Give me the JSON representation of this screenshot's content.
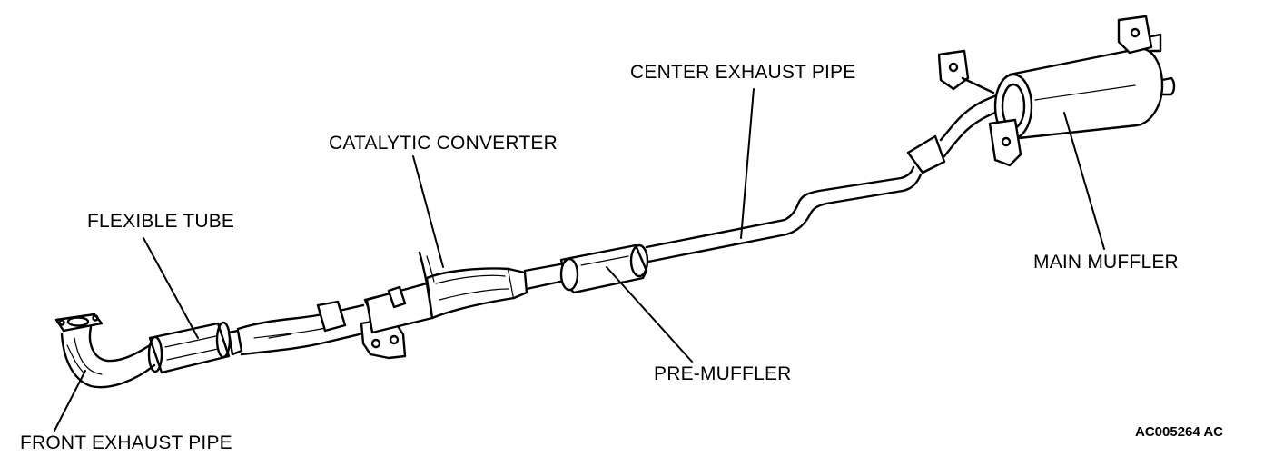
{
  "labels": {
    "center_exhaust_pipe": "CENTER EXHAUST PIPE",
    "catalytic_converter": "CATALYTIC CONVERTER",
    "flexible_tube": "FLEXIBLE TUBE",
    "main_muffler": "MAIN MUFFLER",
    "pre_muffler": "PRE-MUFFLER",
    "front_exhaust_pipe": "FRONT EXHAUST PIPE"
  },
  "figure_code": "AC005264 AC",
  "colors": {
    "line": "#000000",
    "background": "#ffffff",
    "shade": "#cfcfcf"
  }
}
